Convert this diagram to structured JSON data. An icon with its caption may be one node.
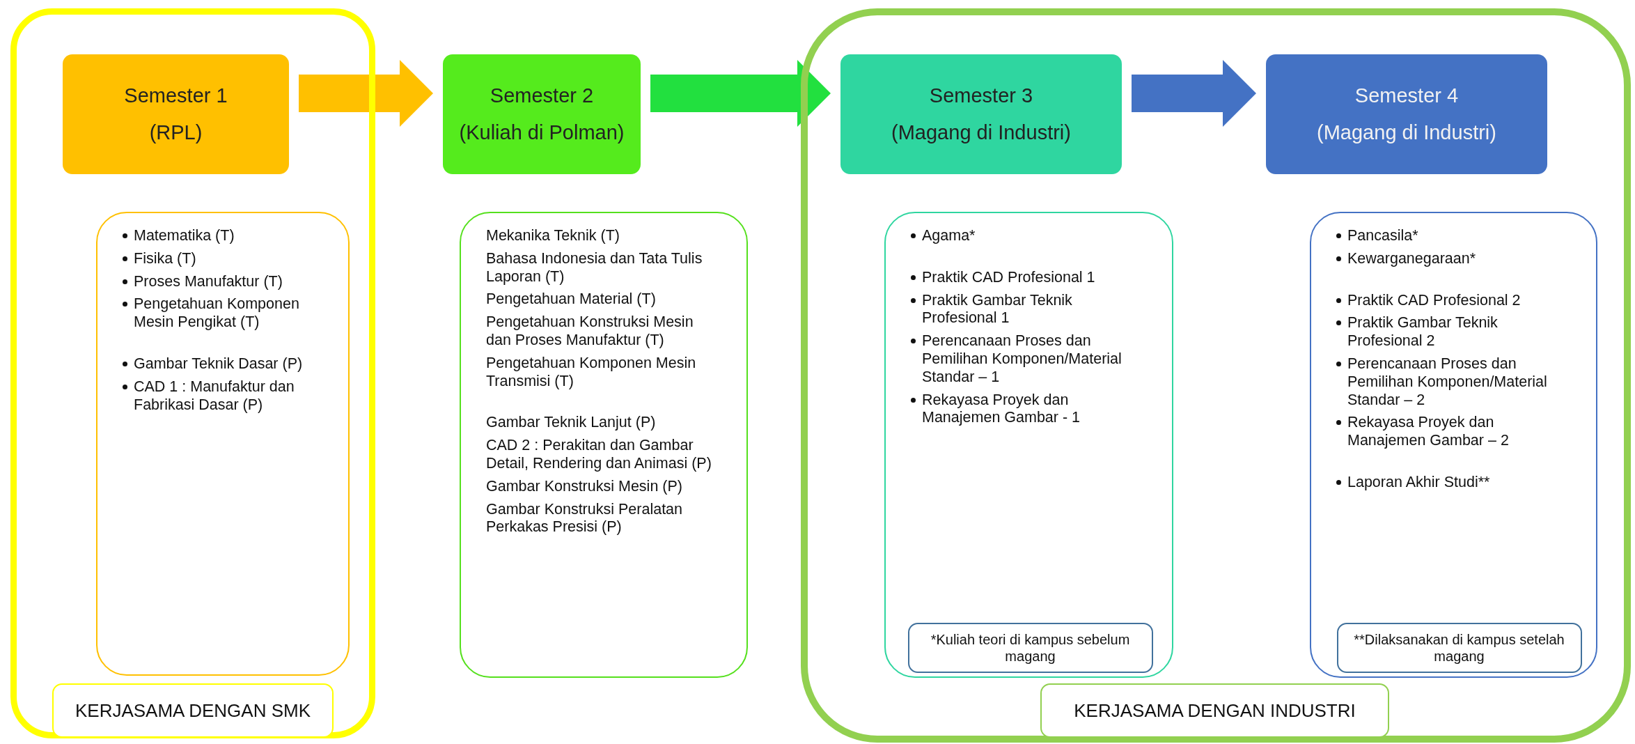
{
  "diagram": {
    "nodes": [
      {
        "text": [],
        "shape": "box"
      },
      {
        "text": [
          "Semester 1",
          "(RPL)"
        ],
        "in": 0
      },
      {
        "text": [
          "Matematika (T)",
          "Fisika (T)",
          "Proses Manufaktur (T)",
          "Pengetahuan Komponen Mesin Pengikat (T)",
          "Gambar Teknik Dasar (P)",
          "CAD 1 : Manufaktur dan Fabrikasi Dasar (P)"
        ],
        "in": 0
      },
      {
        "text": [
          "KERJASAMA DENGAN SMK"
        ],
        "in": 0
      },
      {
        "text": [
          "Semester 2",
          "(Kuliah di Polman)"
        ]
      },
      {
        "text": [
          "Mekanika Teknik (T)",
          "Bahasa Indonesia dan Tata Tulis Laporan (T)",
          "Pengetahuan Material (T)",
          "Pengetahuan Konstruksi Mesin dan Proses Manufaktur (T)",
          "Pengetahuan Komponen Mesin Transmisi (T)",
          "Gambar Teknik Lanjut (P)",
          "CAD 2 : Perakitan dan Gambar Detail, Rendering dan Animasi (P)",
          "Gambar Konstruksi Mesin (P)",
          "Gambar Konstruksi Peralatan Perkakas Presisi (P)"
        ]
      },
      {
        "text": [],
        "shape": "box"
      },
      {
        "text": [
          "Semester 3",
          "(Magang di Industri)"
        ],
        "in": 6
      },
      {
        "text": [
          "Agama*",
          "Praktik CAD Profesional 1",
          "Praktik Gambar Teknik Profesional 1",
          "Perencanaan Proses dan Pemilihan Komponen/Material Standar – 1",
          "Rekayasa Proyek dan Manajemen Gambar - 1"
        ],
        "in": 6
      },
      {
        "text": [
          "*Kuliah teori di kampus sebelum magang"
        ],
        "in": 8
      },
      {
        "text": [
          "Semester 4",
          "(Magang di Industri)"
        ],
        "in": 6
      },
      {
        "text": [
          "Pancasila*",
          "Kewarganegaraan*",
          "Praktik CAD Profesional 2",
          "Praktik Gambar Teknik Profesional 2",
          "Perencanaan Proses dan Pemilihan Komponen/Material Standar – 2",
          "Rekayasa Proyek dan Manajemen Gambar – 2",
          "Laporan Akhir Studi**"
        ],
        "in": 6
      },
      {
        "text": [
          "**Dilaksanakan di kampus setelah magang"
        ],
        "in": 11
      },
      {
        "text": [
          "KERJASAMA DENGAN INDUSTRI"
        ],
        "in": 6
      }
    ],
    "edges": [
      {
        "from": 1,
        "to": 4,
        "arrow": "to",
        "color": "#ffc000"
      },
      {
        "from": 4,
        "to": 7,
        "arrow": "to",
        "color": "#22e03f"
      },
      {
        "from": 7,
        "to": 10,
        "arrow": "to",
        "color": "#4472c4"
      }
    ]
  }
}
